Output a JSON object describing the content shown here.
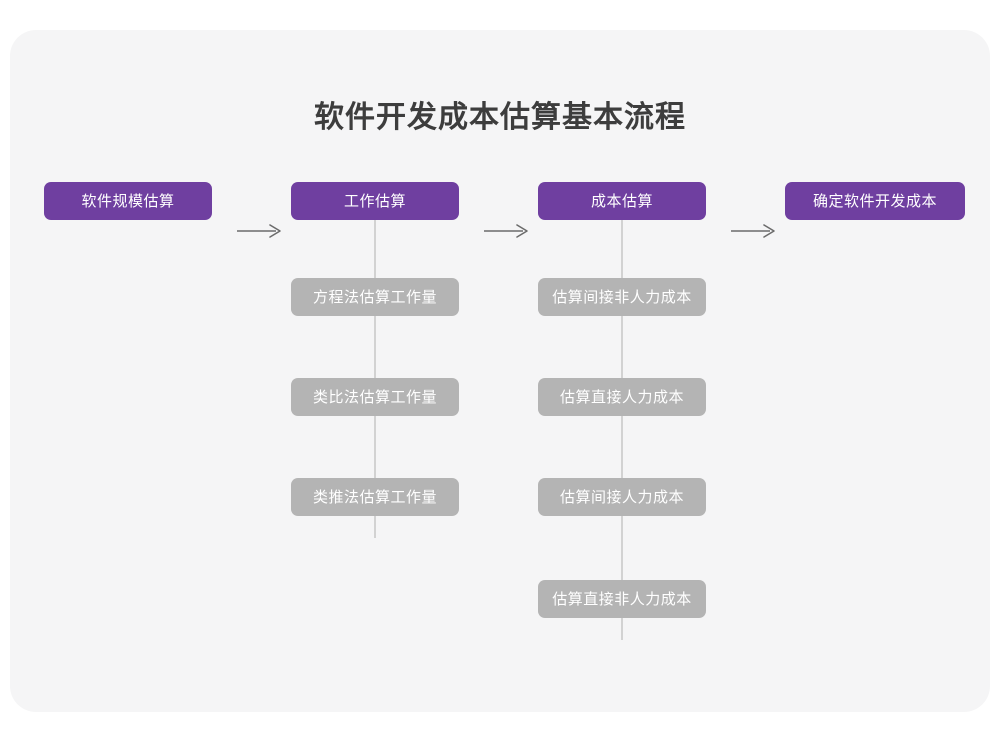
{
  "page": {
    "title": "软件开发成本估算基本流程",
    "card_bg": "#f5f5f6",
    "accent_purple": "#6f3fa0",
    "sub_gray": "#b4b4b4",
    "connector_gray": "#d2d2d2"
  },
  "flow": {
    "main_steps": [
      {
        "label": "软件规模估算"
      },
      {
        "label": "工作估算"
      },
      {
        "label": "成本估算"
      },
      {
        "label": "确定软件开发成本"
      }
    ],
    "arrows": [
      {
        "name": "arrow-1"
      },
      {
        "name": "arrow-2"
      },
      {
        "name": "arrow-3"
      }
    ],
    "branches": [
      {
        "parent": "工作估算",
        "items": [
          {
            "label": "方程法估算工作量"
          },
          {
            "label": "类比法估算工作量"
          },
          {
            "label": "类推法估算工作量"
          }
        ]
      },
      {
        "parent": "成本估算",
        "items": [
          {
            "label": "估算间接非人力成本"
          },
          {
            "label": "估算直接人力成本"
          },
          {
            "label": "估算间接人力成本"
          },
          {
            "label": "估算直接非人力成本"
          }
        ]
      }
    ]
  }
}
